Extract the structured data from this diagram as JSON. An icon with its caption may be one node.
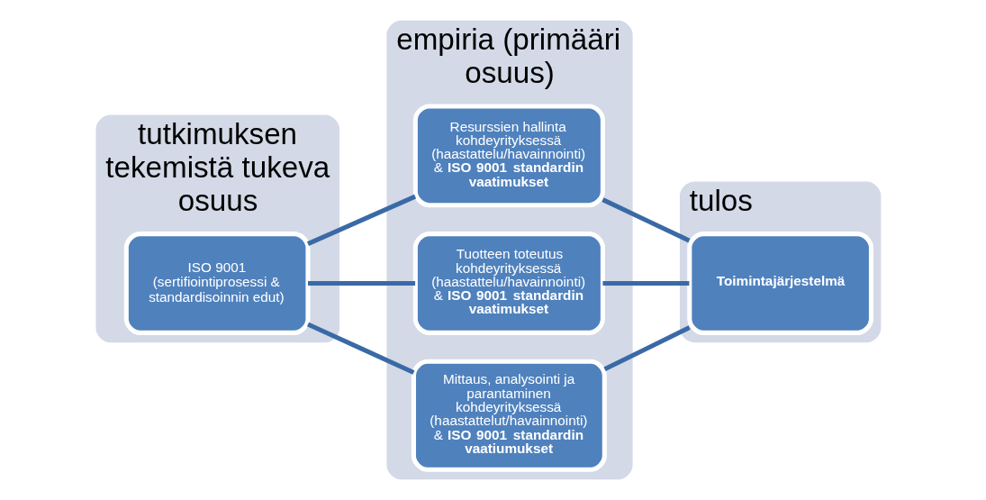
{
  "diagram": {
    "nodes": [
      {
        "text": [
          "tutkimuksen tekemistä tukeva osuus"
        ]
      },
      {
        "text": [
          "ISO 9001",
          "(sertifiointiprosessi & standardisoinnin edut)"
        ],
        "in": 0
      },
      {
        "text": [
          "empiria (primääri osuus)"
        ]
      },
      {
        "text": [
          "Resurssien hallinta kohdeyrityksessä (haastattelu/havainnointi) & **ISO 9001 standardin vaatimukset**"
        ],
        "in": 2
      },
      {
        "text": [
          "Tuotteen toteutus kohdeyrityksessä (haastattelu/havainnointi) & **ISO 9001 standardin vaatimukset**"
        ],
        "in": 2
      },
      {
        "text": [
          "Mittaus, analysointi ja parantaminen kohdeyrityksessä (haastattelut/havainnointi) & **ISO 9001 standardin vaatiumukset**"
        ],
        "in": 2
      },
      {
        "text": [
          "tulos"
        ]
      },
      {
        "text": [
          "**Toimintajärjestelmä**"
        ],
        "in": 6
      }
    ],
    "edges": [
      {
        "from": 1,
        "to": 3,
        "arrow": "none"
      },
      {
        "from": 1,
        "to": 4,
        "arrow": "none"
      },
      {
        "from": 1,
        "to": 5,
        "arrow": "none"
      },
      {
        "from": 3,
        "to": 7,
        "arrow": "none"
      },
      {
        "from": 4,
        "to": 7,
        "arrow": "none"
      },
      {
        "from": 5,
        "to": 7,
        "arrow": "none"
      }
    ]
  }
}
